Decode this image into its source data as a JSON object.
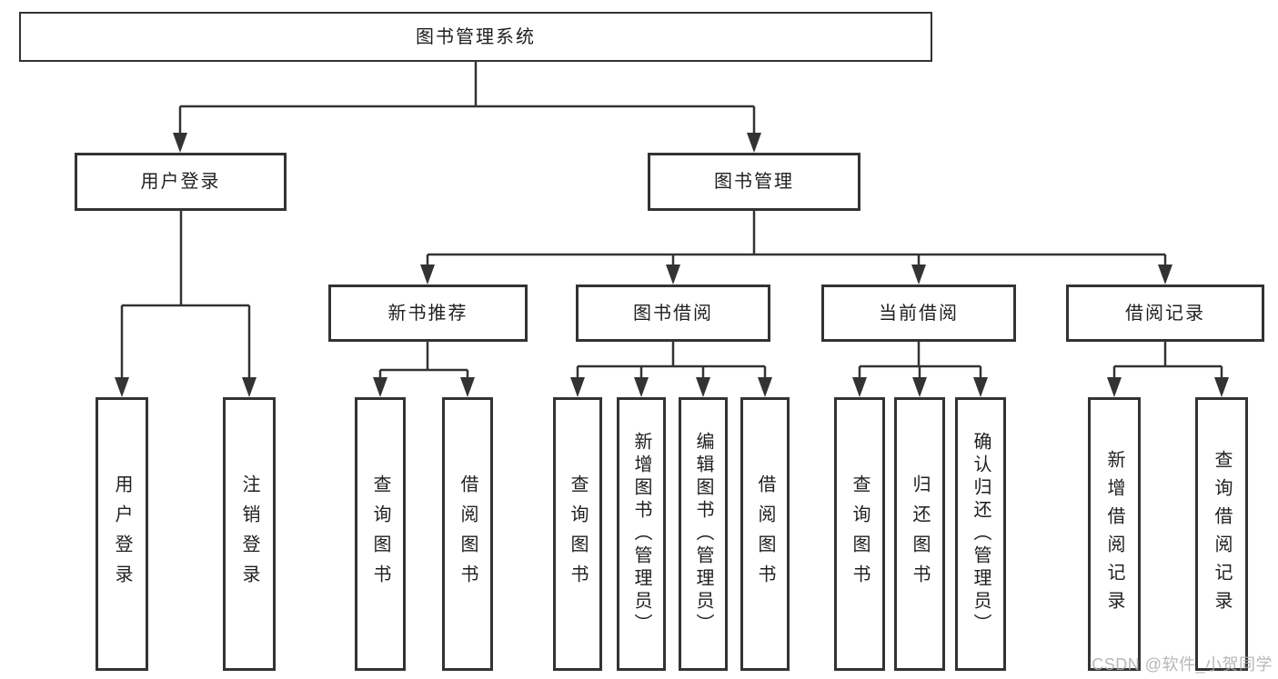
{
  "diagram": {
    "type": "function-structure-tree",
    "tree": {
      "label": "图书管理系统",
      "children": [
        {
          "label": "用户登录",
          "children": [
            {
              "label": "用户登录"
            },
            {
              "label": "注销登录"
            }
          ]
        },
        {
          "label": "图书管理",
          "children": [
            {
              "label": "新书推荐",
              "children": [
                {
                  "label": "查询图书"
                },
                {
                  "label": "借阅图书"
                }
              ]
            },
            {
              "label": "图书借阅",
              "children": [
                {
                  "label": "查询图书"
                },
                {
                  "label": "新增图书（管理员）"
                },
                {
                  "label": "编辑图书（管理员）"
                },
                {
                  "label": "借阅图书"
                }
              ]
            },
            {
              "label": "当前借阅",
              "children": [
                {
                  "label": "查询图书"
                },
                {
                  "label": "归还图书"
                },
                {
                  "label": "确认归还（管理员）"
                }
              ]
            },
            {
              "label": "借阅记录",
              "children": [
                {
                  "label": "新增借阅记录"
                },
                {
                  "label": "查询借阅记录"
                }
              ]
            }
          ]
        }
      ]
    }
  },
  "watermark": {
    "text": "CSDN @软件_小贺同学"
  },
  "colors": {
    "line": "#333333",
    "box_border": "#333333",
    "text": "#1f1f1f",
    "background": "#ffffff",
    "watermark": "#aaaaaa"
  }
}
